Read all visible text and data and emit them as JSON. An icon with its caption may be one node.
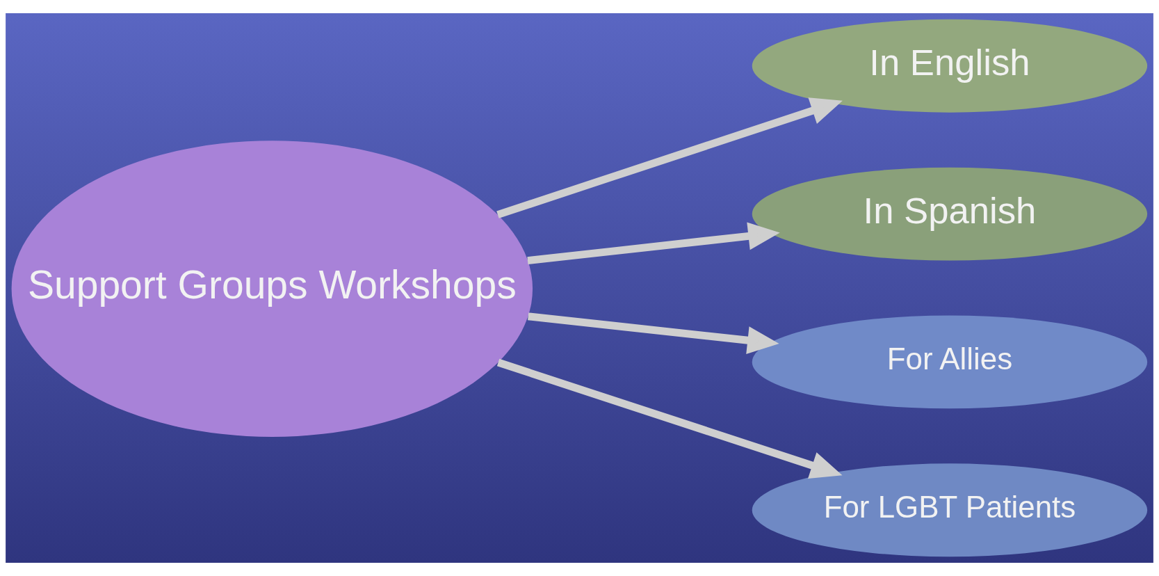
{
  "diagram": {
    "nodes": [
      {
        "text": [
          "Support Groups Workshops"
        ]
      },
      {
        "text": [
          "In English"
        ]
      },
      {
        "text": [
          "In Spanish"
        ]
      },
      {
        "text": [
          "For Allies"
        ]
      },
      {
        "text": [
          "For LGBT Patients"
        ]
      }
    ],
    "edges": [
      {
        "from": 0,
        "to": 1,
        "arrow": "to"
      },
      {
        "from": 0,
        "to": 2,
        "arrow": "to"
      },
      {
        "from": 0,
        "to": 3,
        "arrow": "to"
      },
      {
        "from": 0,
        "to": 4,
        "arrow": "to"
      }
    ]
  }
}
